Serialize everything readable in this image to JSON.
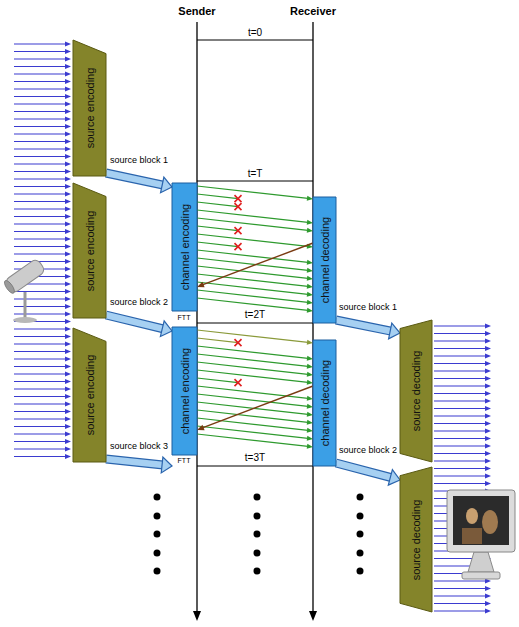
{
  "diagram": {
    "nodes": [
      {
        "text": [
          "source encoding"
        ]
      },
      {
        "text": [
          "source encoding"
        ]
      },
      {
        "text": [
          "channel encoding"
        ]
      },
      {
        "text": [
          "channel decoding"
        ]
      },
      {
        "text": [
          "source encoding"
        ]
      },
      {
        "text": [
          "channel encoding"
        ]
      },
      {
        "text": [
          "source decoding"
        ]
      },
      {
        "text": [
          "channel decoding"
        ]
      },
      {
        "text": [
          "source decoding"
        ]
      }
    ],
    "edges": [
      {
        "from": 0,
        "to": 2,
        "label": "source block 1",
        "arrow": "to"
      },
      {
        "from": 1,
        "to": 5,
        "label": "source block 2",
        "arrow": "to"
      },
      {
        "from": 3,
        "to": 6,
        "label": "source block 1",
        "arrow": "to"
      },
      {
        "from": 7,
        "to": 8,
        "label": "source block 2",
        "arrow": "to"
      }
    ],
    "labels": [
      "Sender",
      "Receiver",
      "t=0",
      "t=T",
      "t=2T",
      "t=3T",
      "FTT",
      "FTT",
      "source block 3"
    ]
  }
}
